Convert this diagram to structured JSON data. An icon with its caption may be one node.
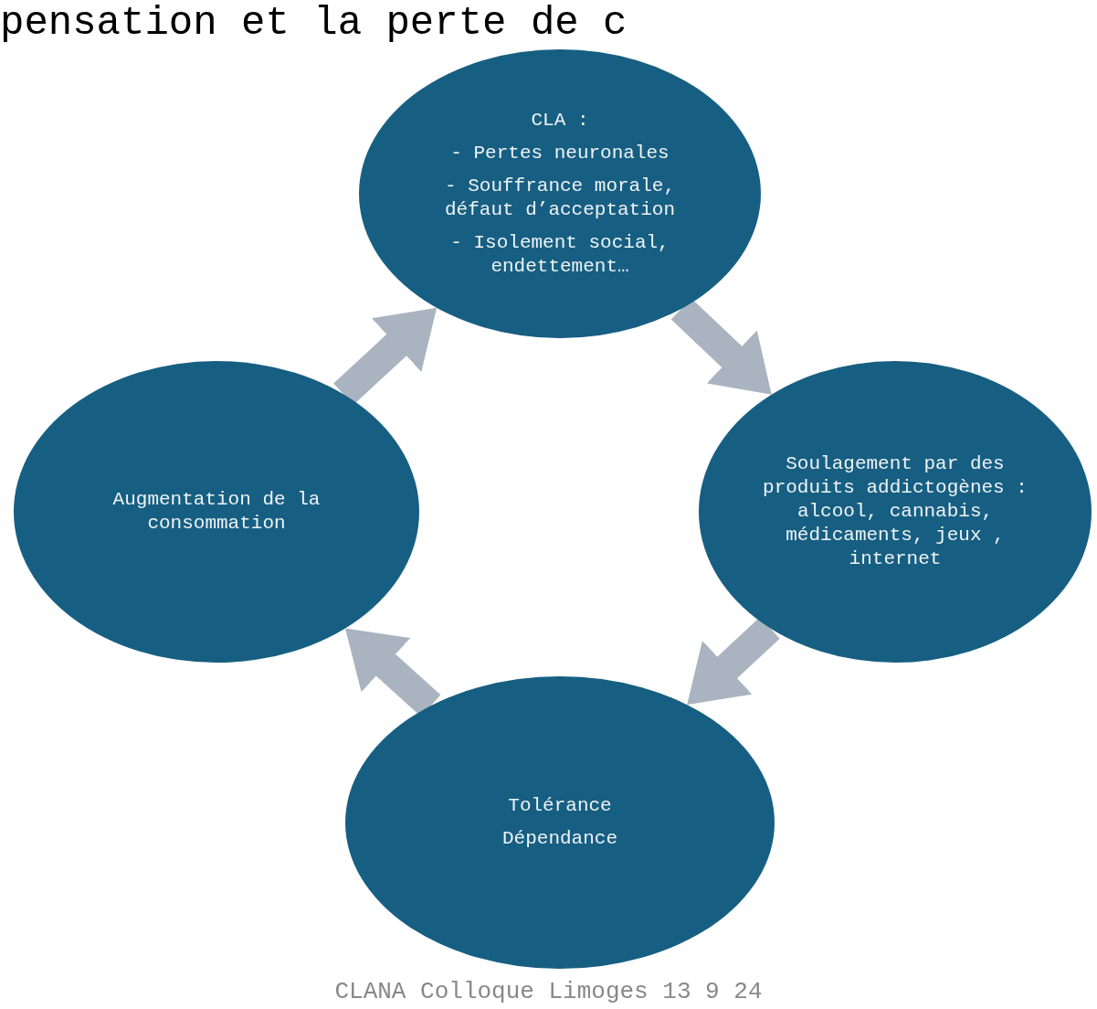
{
  "diagram": {
    "title": "pensation et la perte de c",
    "nodes": [
      {
        "text": [
          "CLA :",
          "- Pertes neuronales",
          "- Souffrance morale, défaut d’acceptation",
          "- Isolement social, endettement…"
        ]
      },
      {
        "text": [
          "Soulagement par des produits addictogènes : alcool, cannabis, médicaments, jeux , internet"
        ]
      },
      {
        "text": [
          "Tolérance",
          "Dépendance"
        ]
      },
      {
        "text": [
          "Augmentation de la consommation"
        ]
      }
    ],
    "edges": [
      {
        "from": 0,
        "to": 1,
        "arrow": "to"
      },
      {
        "from": 1,
        "to": 2,
        "arrow": "to"
      },
      {
        "from": 2,
        "to": 3,
        "arrow": "to"
      },
      {
        "from": 3,
        "to": 0,
        "arrow": "to"
      }
    ],
    "labels": [
      "CLANA Colloque Limoges 13 9 24"
    ]
  }
}
